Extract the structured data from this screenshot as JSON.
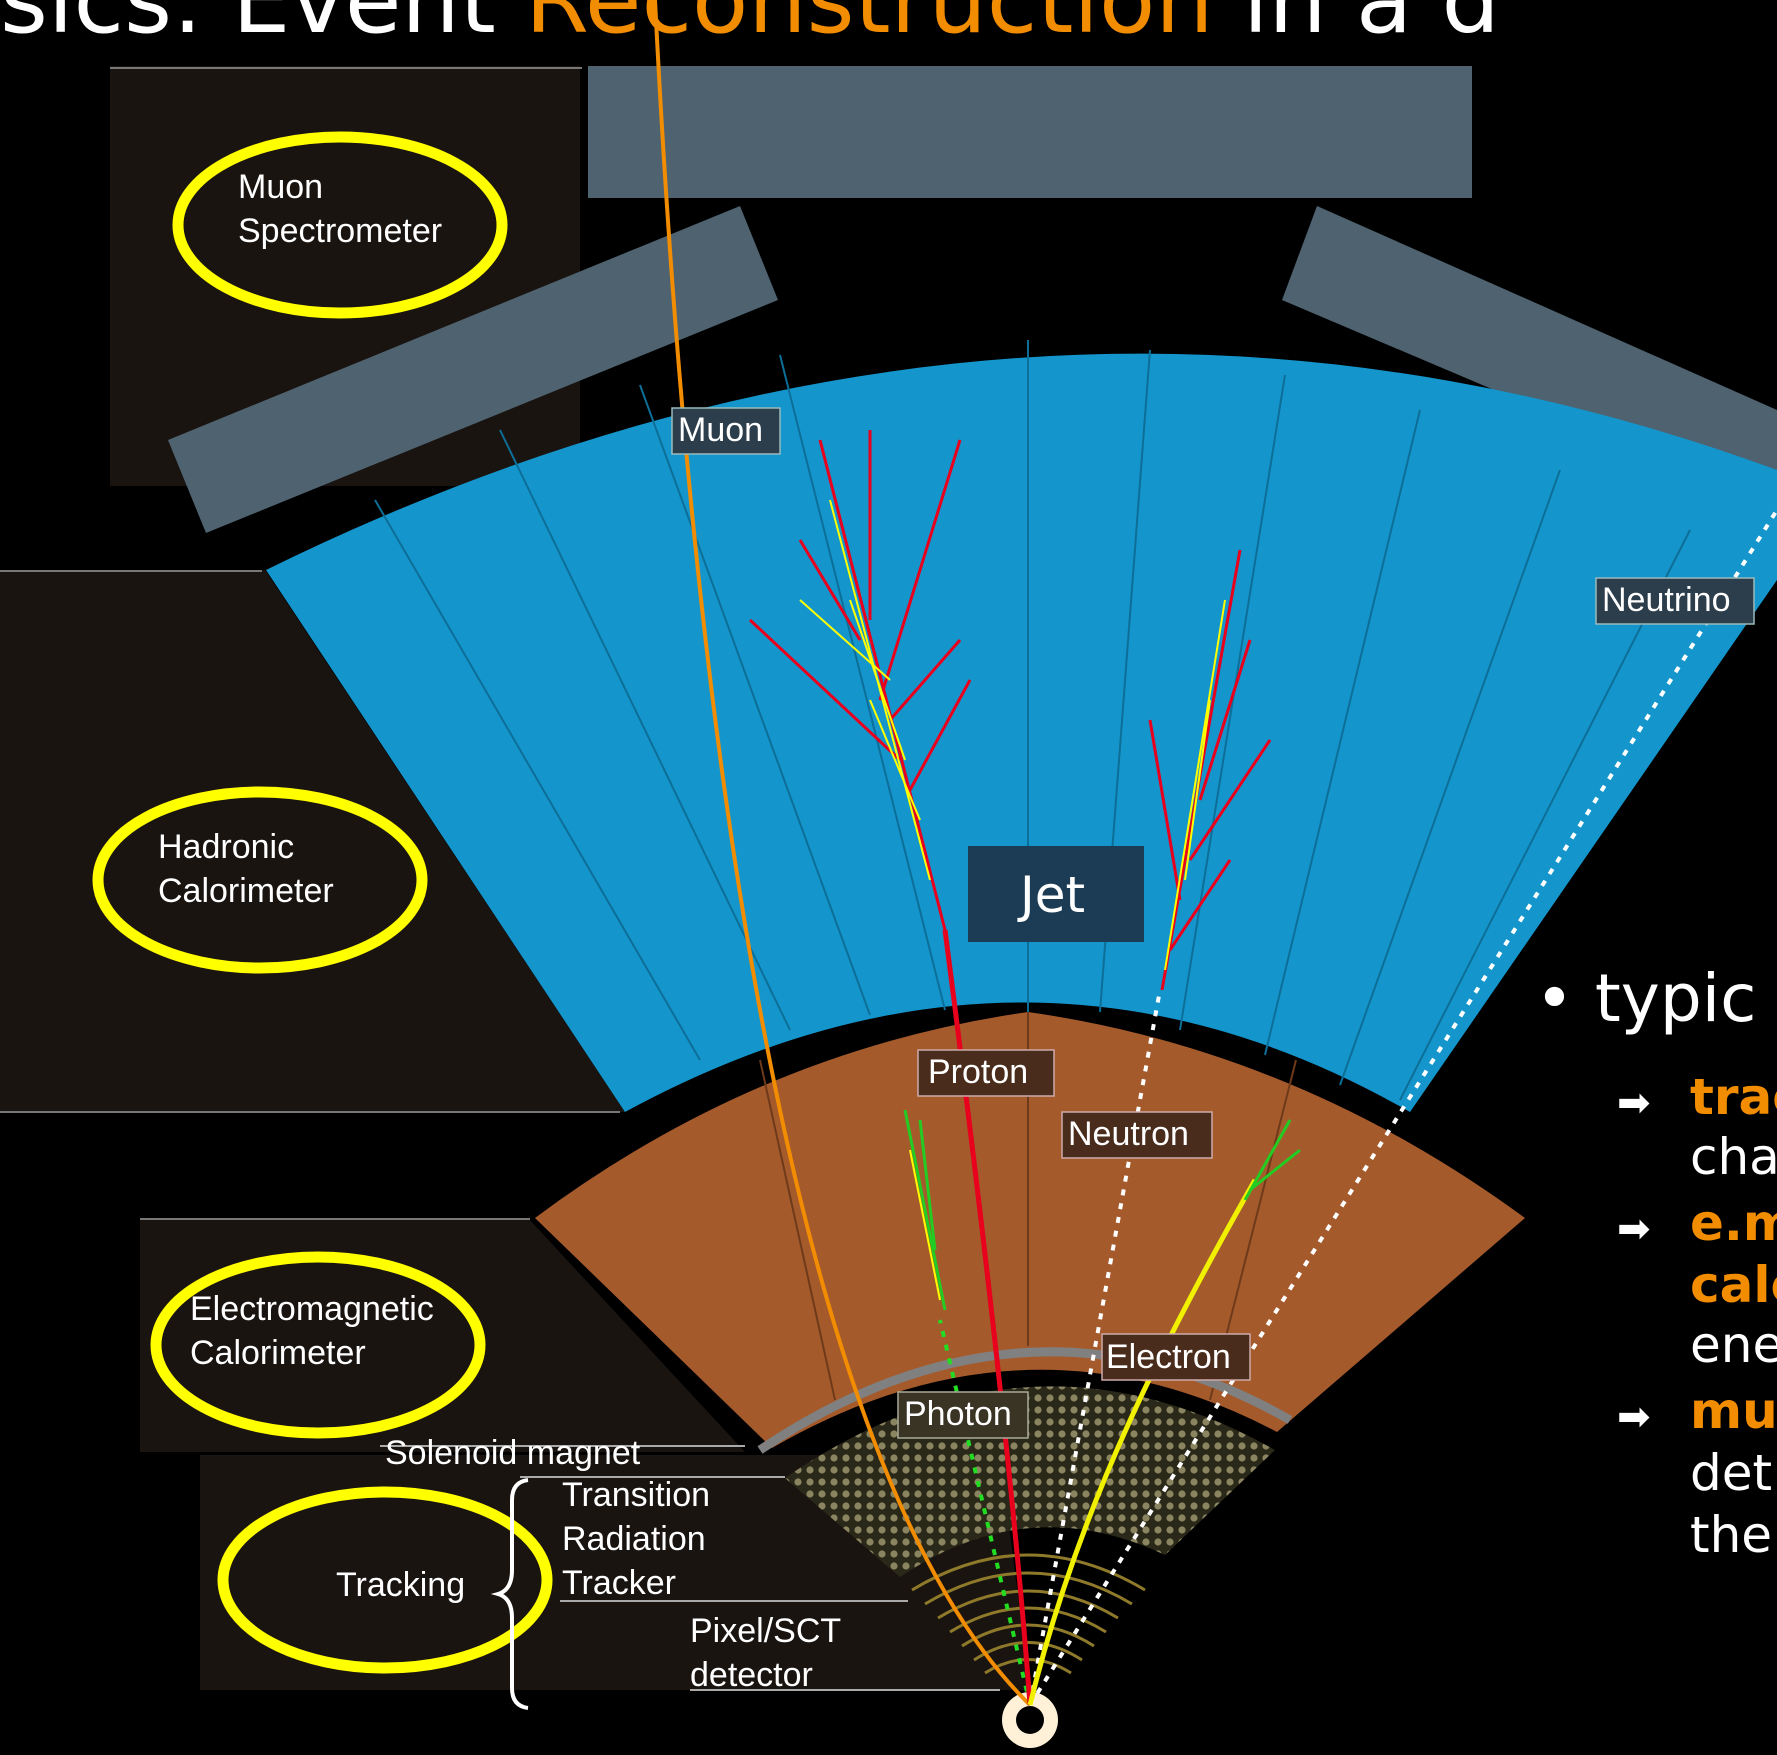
{
  "title": {
    "prefix": "sics: Event ",
    "highlight": "Reconstruction",
    "suffix": " in a d"
  },
  "detector_labels": {
    "muon_spectrometer": [
      "Muon",
      "Spectrometer"
    ],
    "hadronic_calorimeter": [
      "Hadronic",
      "Calorimeter"
    ],
    "em_calorimeter": [
      "Electromagnetic",
      "Calorimeter"
    ],
    "solenoid": "Solenoid magnet",
    "trt": [
      "Transition",
      "Radiation",
      "Tracker"
    ],
    "tracking": "Tracking",
    "pixel": [
      "Pixel/SCT",
      "detector"
    ]
  },
  "particle_labels": {
    "muon": "Muon",
    "neutrino": "Neutrino",
    "jet": "Jet",
    "proton": "Proton",
    "neutron": "Neutron",
    "electron": "Electron",
    "photon": "Photon"
  },
  "bullets": {
    "main": "typic",
    "items": [
      {
        "lines": [
          "trac",
          "cha"
        ]
      },
      {
        "lines": [
          "e.m",
          "calo",
          "ene"
        ]
      },
      {
        "lines": [
          "mu",
          "det",
          "the"
        ]
      }
    ]
  },
  "colors": {
    "hadronic": "#1496cc",
    "em": "#a55a2c",
    "muon_chamber": "#4e6270",
    "highlight_ring": "#ffff00",
    "muon_track": "#f28c00",
    "jet_track": "#e8001c",
    "electron_track": "#f0f000",
    "photon_track": "#00cc00"
  }
}
